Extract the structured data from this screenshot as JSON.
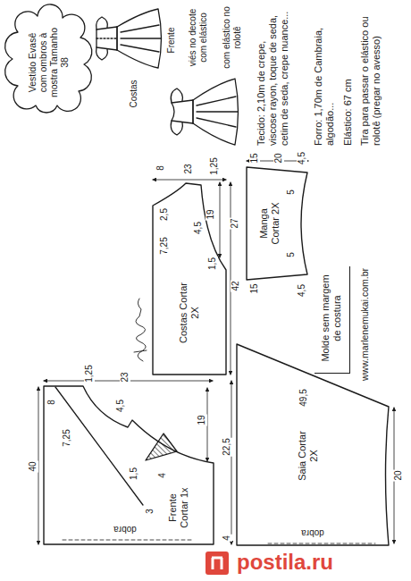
{
  "diagram": {
    "title": "Vestido Evasê com ombros à mostra Tamanho 38",
    "nodes": [
      {
        "text": [
          "Costas Cortar 2X"
        ]
      },
      {
        "text": [
          "Manga Cortar 2X"
        ]
      },
      {
        "text": [
          "Molde sem margem de costura"
        ]
      },
      {
        "text": [
          "Frente Cortar 1x"
        ]
      },
      {
        "text": [
          "Saia Cortar 2X"
        ]
      }
    ],
    "labels": [
      "Costas",
      "Frente",
      "viés no decote com elástico",
      "com elástico no rolotê",
      "Tecido: 2,10m de crepe, viscose rayon, toque de seda, cetim de seda, crepe nuance...",
      "Forro: 1,70m de Cambraia, algodão...",
      "Elástico: 67 cm",
      "Tira para passar o elástico ou rolotê (pregar no avesso)",
      "23",
      "8",
      "1,25",
      "7,25",
      "2,5",
      "4,5",
      "1,5",
      "19",
      "42",
      "27",
      "15",
      "15",
      "20",
      "4,5",
      "4,5",
      "5",
      "5",
      "www.marlenemukai.com.br",
      "23",
      "8",
      "7,25",
      "1,25",
      "4,5",
      "1,5",
      "4",
      "19",
      "3",
      "40",
      "dobra",
      "22,5",
      "4",
      "49,5",
      "20",
      "dobra",
      "postila.ru"
    ]
  }
}
